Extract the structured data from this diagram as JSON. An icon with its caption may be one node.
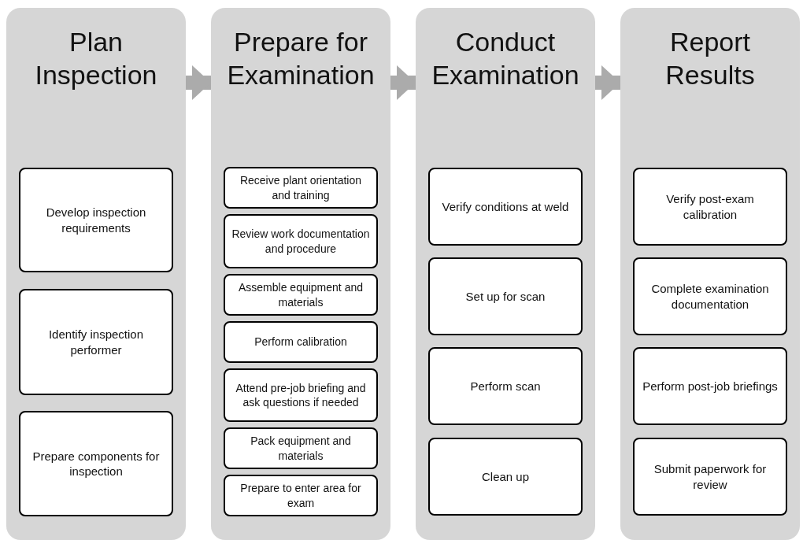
{
  "diagram": {
    "nodes": [
      {
        "text": [
          "Plan Inspection"
        ]
      },
      {
        "text": [
          "Develop inspection requirements"
        ],
        "in": 0
      },
      {
        "text": [
          "Identify inspection performer"
        ],
        "in": 0
      },
      {
        "text": [
          "Prepare components for inspection"
        ],
        "in": 0
      },
      {
        "text": [
          "Prepare for Examination"
        ]
      },
      {
        "text": [
          "Receive plant orientation and training"
        ],
        "in": 4
      },
      {
        "text": [
          "Review work documentation and procedure"
        ],
        "in": 4
      },
      {
        "text": [
          "Assemble equipment and materials"
        ],
        "in": 4
      },
      {
        "text": [
          "Perform calibration"
        ],
        "in": 4
      },
      {
        "text": [
          "Attend pre-job briefing and ask questions if needed"
        ],
        "in": 4
      },
      {
        "text": [
          "Pack equipment and materials"
        ],
        "in": 4
      },
      {
        "text": [
          "Prepare to enter area for exam"
        ],
        "in": 4
      },
      {
        "text": [
          "Conduct Examination"
        ]
      },
      {
        "text": [
          "Verify conditions at weld"
        ],
        "in": 12
      },
      {
        "text": [
          "Set up for scan"
        ],
        "in": 12
      },
      {
        "text": [
          "Perform scan"
        ],
        "in": 12
      },
      {
        "text": [
          "Clean up"
        ],
        "in": 12
      },
      {
        "text": [
          "Report Results"
        ]
      },
      {
        "text": [
          "Verify post-exam calibration"
        ],
        "in": 17
      },
      {
        "text": [
          "Complete examination documentation"
        ],
        "in": 17
      },
      {
        "text": [
          "Perform post-job briefings"
        ],
        "in": 17
      },
      {
        "text": [
          "Submit paperwork for review"
        ],
        "in": 17
      }
    ],
    "edges": [
      {
        "from": 0,
        "to": 4,
        "arrow": "to"
      },
      {
        "from": 4,
        "to": 12,
        "arrow": "to"
      },
      {
        "from": 12,
        "to": 17,
        "arrow": "to"
      }
    ]
  }
}
